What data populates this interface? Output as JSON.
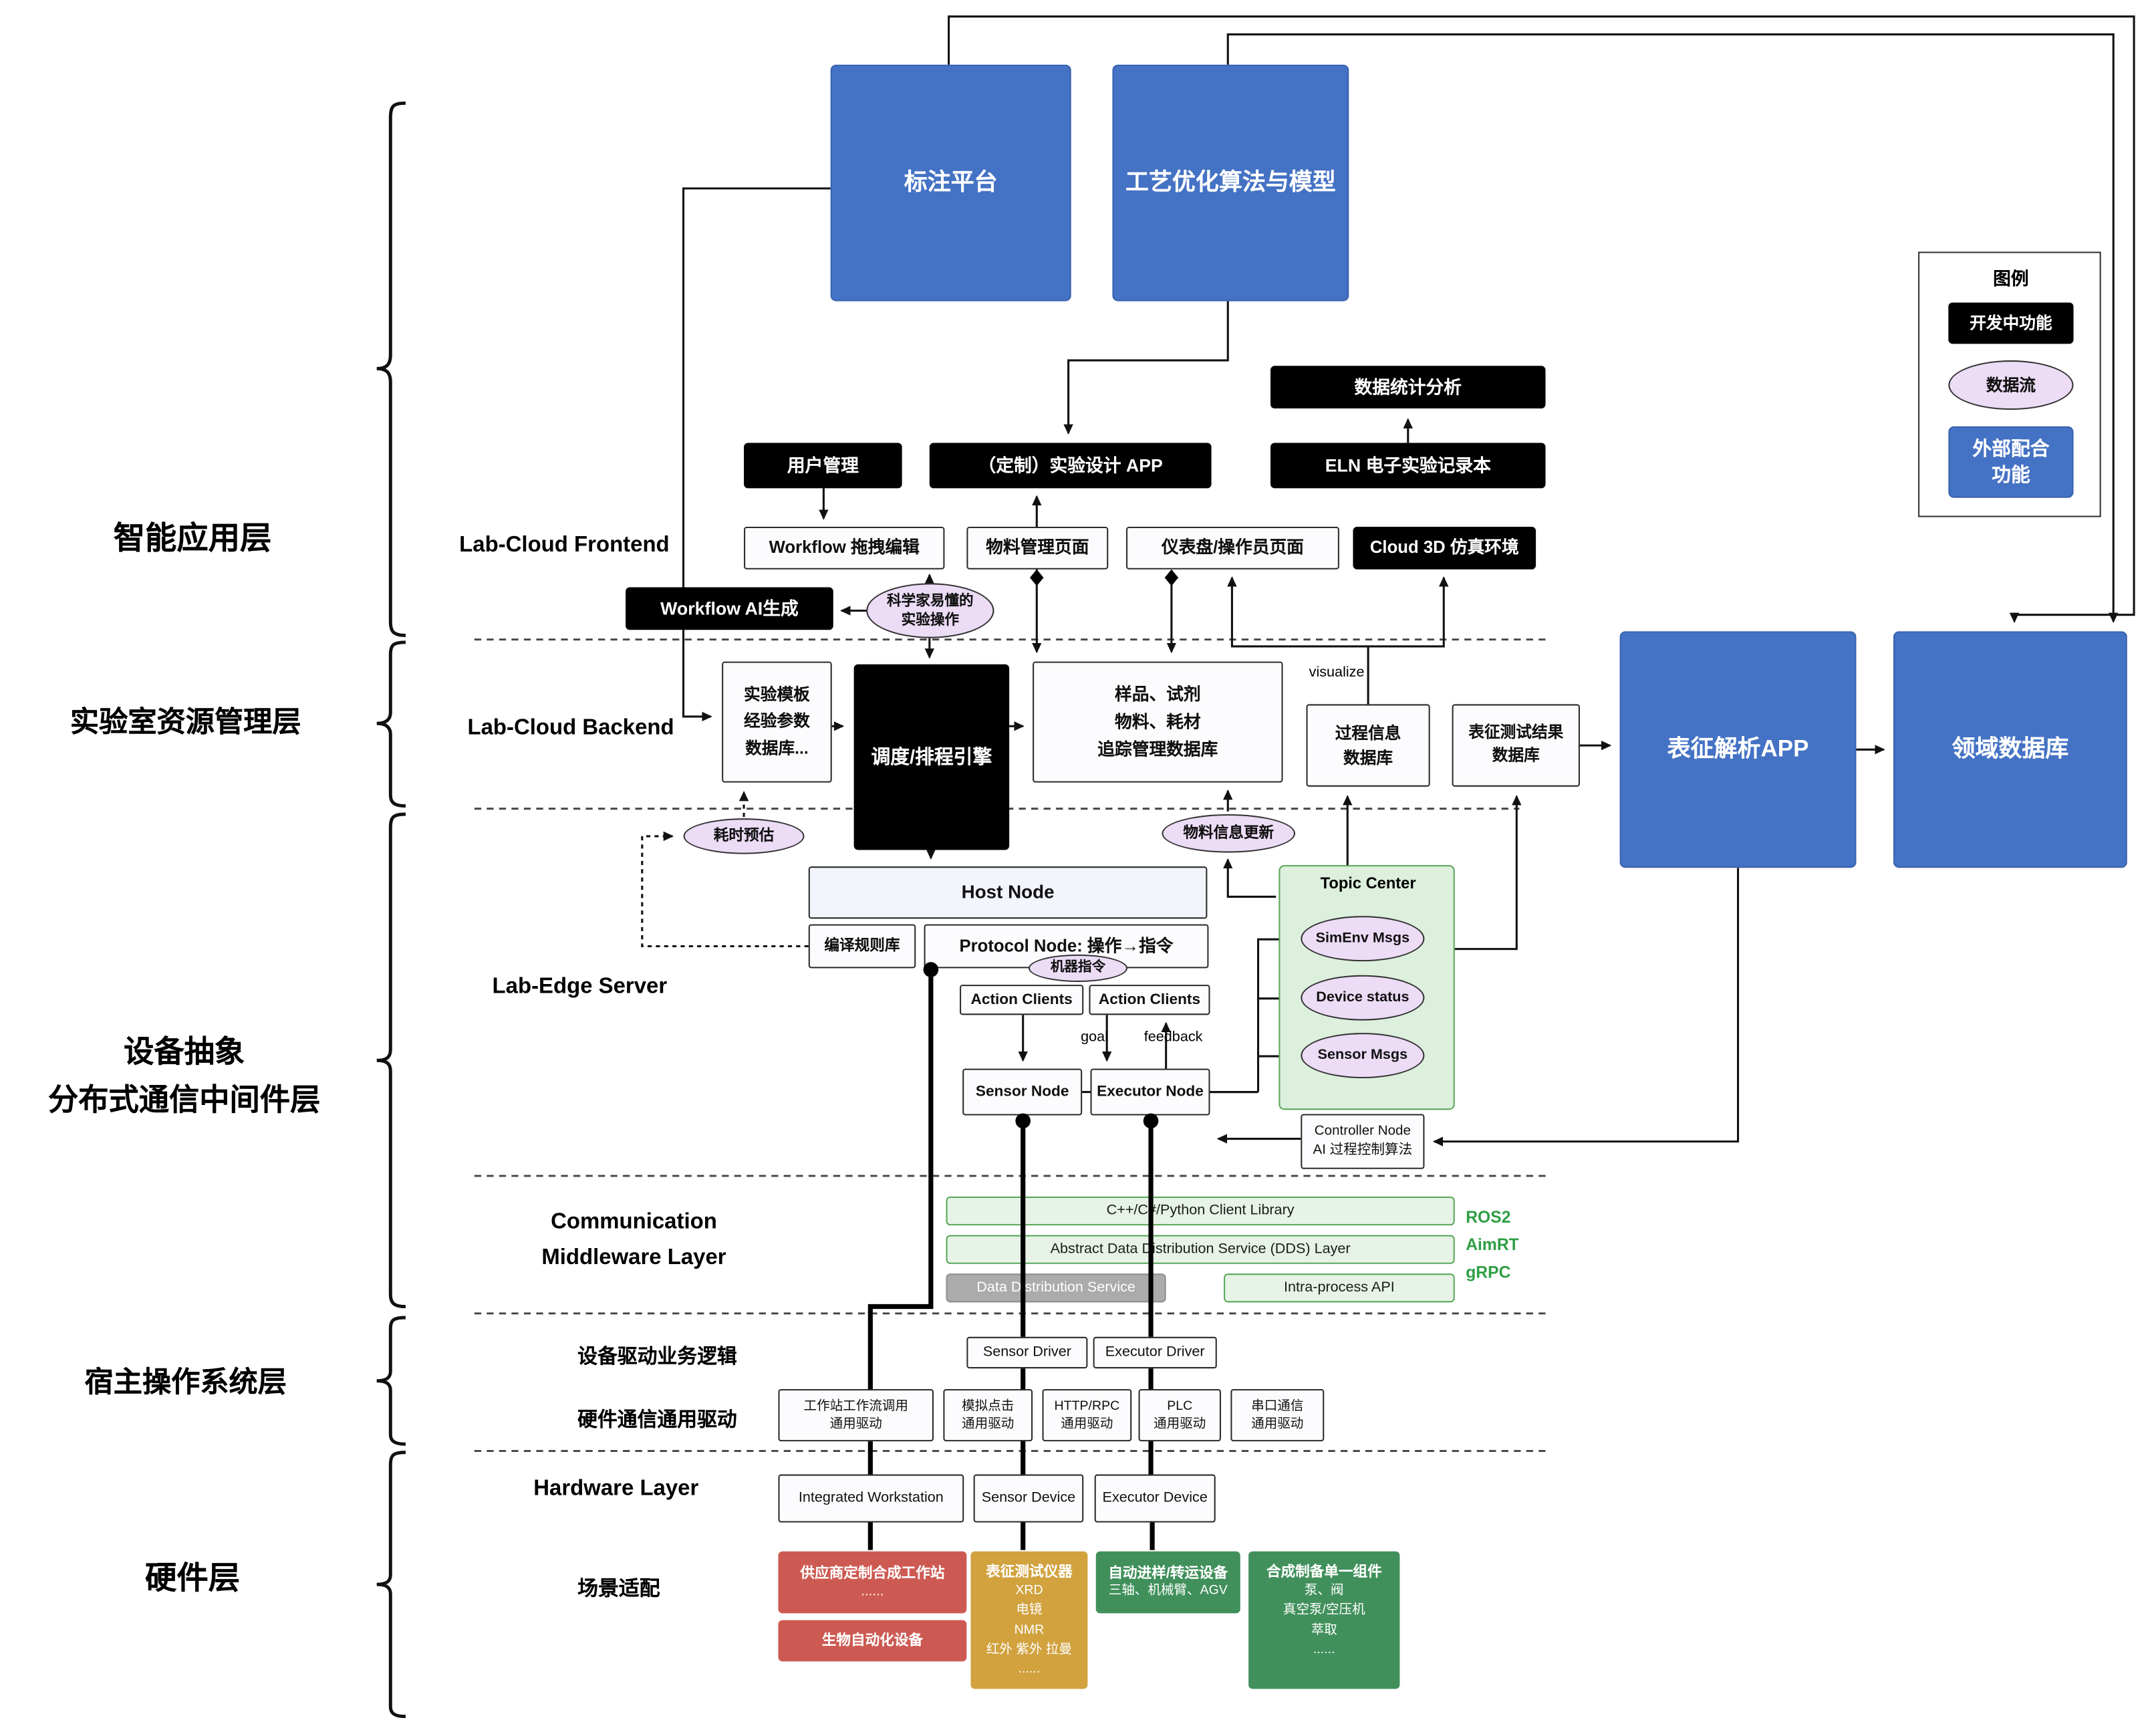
{
  "colors": {
    "blue_external": "#4472c4",
    "black_developing": "#000000",
    "purple_dataflow": "#ecdcf6",
    "green_middleware": "#e6f3e6",
    "red_hardware": "#cd5a52",
    "gold_hardware": "#d1a23e",
    "green_hardware": "#41905c"
  },
  "legend": {
    "title": "图例",
    "developing": "开发中功能",
    "dataflow": "数据流",
    "external": "外部配合\n功能"
  },
  "layers": {
    "app": "智能应用层",
    "resource": "实验室资源管理层",
    "middleware": "设备抽象\n分布式通信中间件层",
    "host": "宿主操作系统层",
    "hardware": "硬件层"
  },
  "sections": {
    "frontend": "Lab-Cloud Frontend",
    "backend": "Lab-Cloud Backend",
    "edge": "Lab-Edge Server",
    "comm": "Communication\nMiddleware Layer",
    "driver_logic": "设备驱动业务逻辑",
    "hw_driver": "硬件通信通用驱动",
    "hw_layer": "Hardware Layer",
    "scenario": "场景适配"
  },
  "labels": {
    "visualize": "visualize",
    "goal": "goal",
    "feedback": "feedback",
    "ros2": "ROS2",
    "aimrt": "AimRT",
    "grpc": "gRPC"
  },
  "nodes": {
    "annotation_platform": "标注平台",
    "process_opt": "工艺优化算法与模型",
    "data_stats": "数据统计分析",
    "user_mgmt": "用户管理",
    "custom_app": "（定制）实验设计 APP",
    "eln": "ELN 电子实验记录本",
    "workflow_edit": "Workflow 拖拽编辑",
    "material_page": "物料管理页面",
    "dashboard_page": "仪表盘/操作员页面",
    "cloud3d": "Cloud 3D 仿真环境",
    "workflow_ai": "Workflow AI生成",
    "sci_ops": "科学家易懂的\n实验操作",
    "template_db": "实验模板\n经验参数\n数据库...",
    "scheduler": "调度/排程引擎",
    "sample_db": "样品、试剂\n物料、耗材\n追踪管理数据库",
    "process_db": "过程信息\n数据库",
    "char_result_db": "表征测试结果\n数据库",
    "char_app": "表征解析APP",
    "domain_db": "领域数据库",
    "time_est": "耗时预估",
    "material_update": "物料信息更新",
    "host_node": "Host Node",
    "compile_rules": "编译规则库",
    "protocol_node": "Protocol Node: 操作→指令",
    "machine_cmd": "机器指令",
    "action_clients_a": "Action Clients",
    "action_clients_b": "Action Clients",
    "sensor_node": "Sensor Node",
    "executor_node": "Executor Node",
    "topic_center": "Topic Center",
    "simenv_msgs": "SimEnv Msgs",
    "device_status": "Device status",
    "sensor_msgs": "Sensor Msgs",
    "controller_node": "Controller Node\nAI 过程控制算法",
    "client_lib": "C++/C#/Python Client Library",
    "dds_layer": "Abstract Data Distribution Service (DDS) Layer",
    "dds_service": "Data Distribution Service",
    "intra_api": "Intra-process API",
    "sensor_driver": "Sensor Driver",
    "executor_driver": "Executor Driver",
    "ws_driver": "工作站工作流调用\n通用驱动",
    "click_driver": "模拟点击\n通用驱动",
    "http_driver": "HTTP/RPC\n通用驱动",
    "plc_driver": "PLC\n通用驱动",
    "serial_driver": "串口通信\n通用驱动",
    "integrated_ws": "Integrated Workstation",
    "sensor_device": "Sensor Device",
    "executor_device": "Executor Device",
    "vendor_ws_title": "供应商定制合成工作站",
    "vendor_ws_sub": "......",
    "bio_auto": "生物自动化设备",
    "char_inst_title": "表征测试仪器",
    "char_inst_lines": "XRD\n电镜\nNMR\n红外 紫外 拉曼\n......",
    "autosampler_title": "自动进样/转运设备",
    "autosampler_sub": "三轴、机械臂、AGV",
    "synth_title": "合成制备单一组件",
    "synth_lines": "泵、阀\n真空泵/空压机\n萃取\n......"
  }
}
